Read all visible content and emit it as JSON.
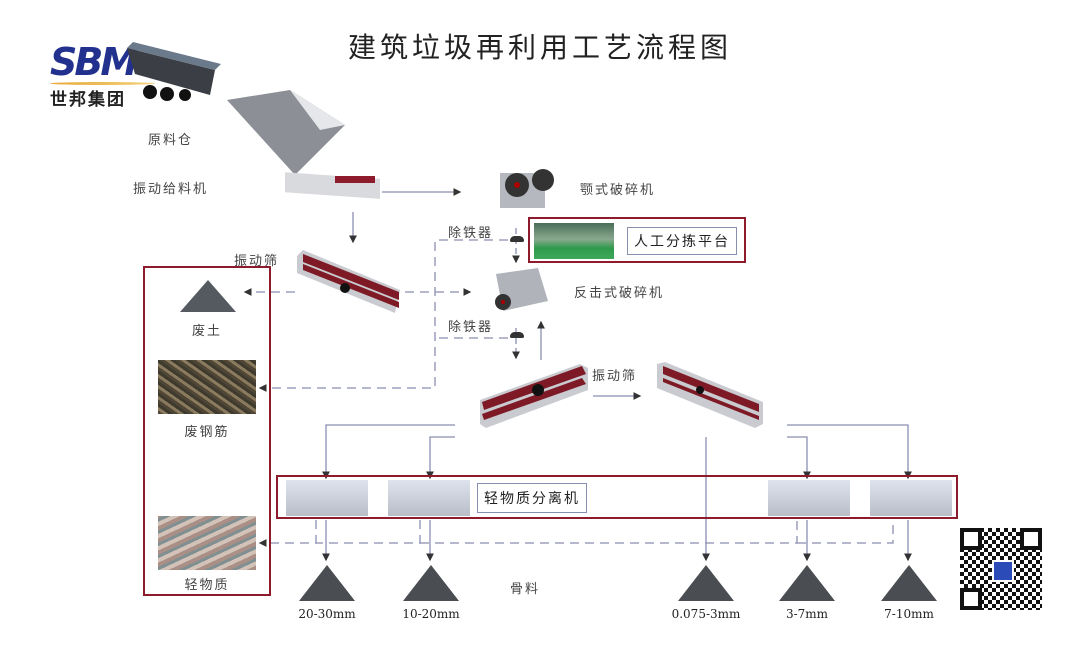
{
  "title": "建筑垃圾再利用工艺流程图",
  "logo": {
    "brand": "SBM",
    "name_cn": "世邦集团"
  },
  "equipment": {
    "raw_bin": "原料仓",
    "vibrating_feeder": "振动给料机",
    "jaw_crusher": "颚式破碎机",
    "iron_remover_1": "除铁器",
    "manual_sorting": "人工分拣平台",
    "vibrating_screen_1": "振动筛",
    "impact_crusher": "反击式破碎机",
    "iron_remover_2": "除铁器",
    "vibrating_screen_2": "振动筛",
    "light_separator": "轻物质分离机"
  },
  "waste_outputs": {
    "soil": "废土",
    "steel": "废钢筋",
    "light_material": "轻物质"
  },
  "aggregate": {
    "label": "骨料",
    "sizes": [
      "20-30mm",
      "10-20mm",
      "0.075-3mm",
      "3-7mm",
      "7-10mm"
    ]
  },
  "colors": {
    "accent_red": "#8e1b2b",
    "line_blue": "#8a8fb0",
    "brand_blue": "#23318e"
  }
}
